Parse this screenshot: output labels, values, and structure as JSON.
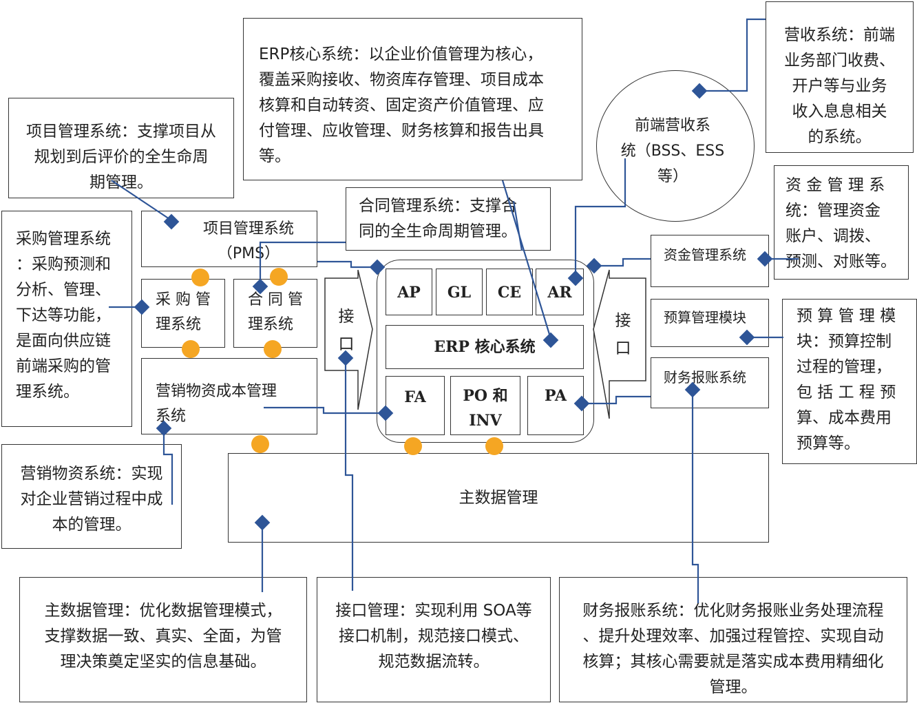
{
  "notes": {
    "erp_core": "ERP核心系统：以企业价值管理为核心，\n覆盖采购接收、物资库存管理、项目成本\n核算和自动转资、固定资产价值管理、应\n付管理、应收管理、财务核算和报告出具\n等。",
    "revenue": "营收系统：前端\n业务部门收费、\n开户等与业务\n收入息息相关\n的系统。",
    "project": "项目管理系统：支撑项目从\n规划到后评价的全生命周\n期管理。",
    "contract": "合同管理系统：支撑合\n同的全生命周期管理。",
    "fund": "资 金 管 理 系\n统：管理资金\n账户、调拨、\n预测、对账等。",
    "procurement": "采购管理系统\n：采购预测和\n分析、管理、\n下达等功能，\n是面向供应链\n前端采购的管\n理系统。",
    "budget": "预 算 管 理 模\n块：预算控制\n过程的管理，\n包 括 工 程 预\n算、成本费用\n预算等。",
    "marketing": "营销物资系统：实现\n对企业营销过程中成\n本的管理。",
    "master_data": "主数据管理：优化数据管理模式，\n支撑数据一致、真实、全面，为管\n理决策奠定坚实的信息基础。",
    "interface": "接口管理：实现利用 SOA等\n接口机制，规范接口模式、\n规范数据流转。",
    "expense": "财务报账系统：优化财务报账业务处理流程\n、提升处理效率、加强过程管控、实现自动\n核算；其核心需要就是落实成本费用精细化\n管理。"
  },
  "systems": {
    "pms": "项目管理系统\n（PMS）",
    "procurement": "采 购 管\n理系统",
    "contract": "合 同 管\n理系统",
    "marketing": "营销物资成本管理\n系统",
    "frontend": "前端营收系\n统（BSS、ESS\n等）",
    "fund": "资金管理系统",
    "budget": "预算管理模块",
    "expense": "财务报账系统",
    "master_data": "主数据管理"
  },
  "erp": {
    "core_label": "ERP 核心系统",
    "modules": [
      "AP",
      "GL",
      "CE",
      "AR",
      "FA",
      "PO 和\nINV",
      "PA"
    ],
    "interface_left": "接\n口",
    "interface_right": "接\n口"
  },
  "colors": {
    "line": "#2e5597",
    "diamond": "#2e5597",
    "dot": "#f5a623",
    "border": "#333333"
  }
}
